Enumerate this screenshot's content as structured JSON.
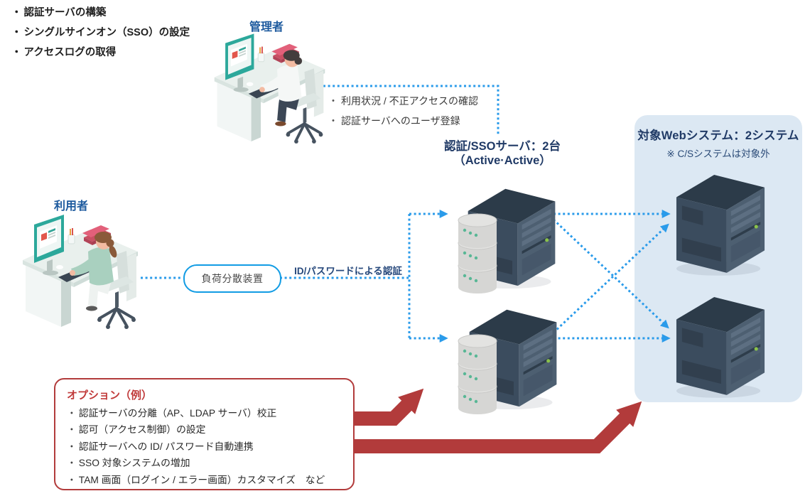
{
  "features": {
    "items": [
      "認証サーバの構築",
      "シングルサインオン（SSO）の設定",
      "アクセスログの取得"
    ]
  },
  "admin": {
    "label": "管理者",
    "tasks": [
      "利用状況 / 不正アクセスの確認",
      "認証サーバへのユーザ登録"
    ]
  },
  "user": {
    "label": "利用者"
  },
  "load_balancer": {
    "label": "負荷分散装置"
  },
  "auth_flow_label": "ID/パスワードによる認証",
  "sso_servers": {
    "line1": "認証/SSOサーバ：2台",
    "line2": "（Active·Active）"
  },
  "web_panel": {
    "title": "対象Webシステム：2システム",
    "note": "※ C/Sシステムは対象外"
  },
  "options": {
    "title": "オプション（例）",
    "items": [
      "認証サーバの分離（AP、LDAP サーバ）校正",
      "認可（アクセス制御）の設定",
      "認証サーバへの ID/ パスワード自動連携",
      "SSO 対象システムの増加",
      "TAM 画面（ログイン / エラー画面）カスタマイズ　など"
    ]
  },
  "colors": {
    "dotted_blue": "#2a9bea",
    "lb_blue": "#129ce4",
    "navy_title": "#203a66",
    "navy_sub": "#2a4a77",
    "flow_navy": "#27497c",
    "label_blue": "#1d5a9e",
    "red": "#b23b3b",
    "red_title": "#c03a3a",
    "panel_bg": "#dce8f3"
  }
}
